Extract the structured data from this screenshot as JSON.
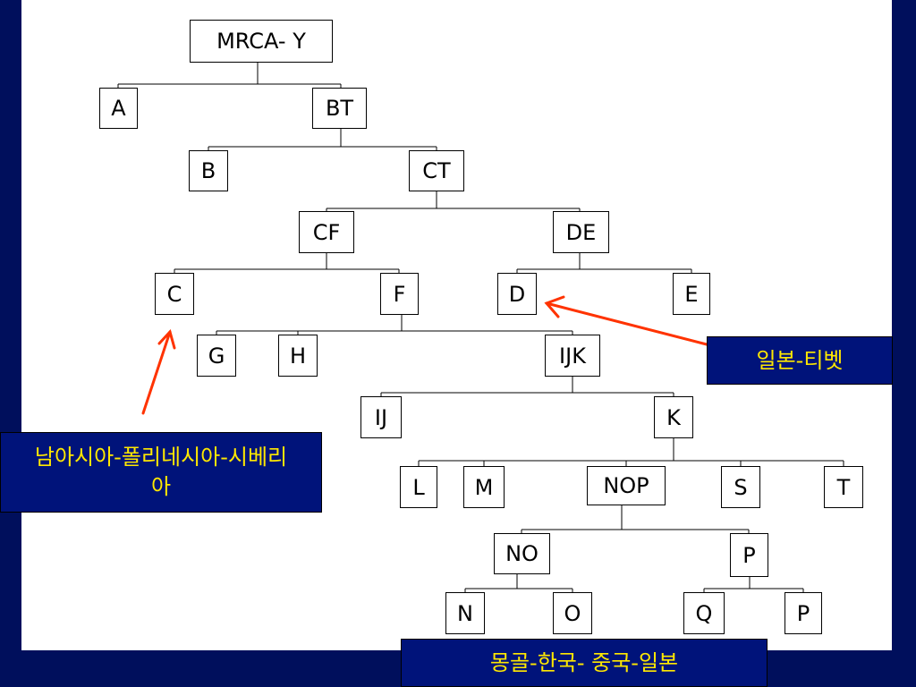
{
  "nodes": {
    "root": "MRCA- Y",
    "A": "A",
    "BT": "BT",
    "B": "B",
    "CT": "CT",
    "CF": "CF",
    "DE": "DE",
    "C": "C",
    "F": "F",
    "D": "D",
    "E": "E",
    "G": "G",
    "H": "H",
    "IJK": "IJK",
    "IJ": "IJ",
    "K": "K",
    "L": "L",
    "M": "M",
    "NOP": "NOP",
    "S": "S",
    "T": "T",
    "NO": "NO",
    "P": "P",
    "N": "N",
    "O": "O",
    "Q": "Q",
    "P2": "P"
  },
  "labels": {
    "japan_tibet": "일본-티벳",
    "south_asia": "남아시아-폴리네시아-시베리아",
    "mongol_korea": "몽골-한국- 중국-일본"
  },
  "colors": {
    "background": "#000f5c",
    "label_bg": "#00137a",
    "label_text": "#ffe800",
    "arrow": "#ff3300"
  }
}
